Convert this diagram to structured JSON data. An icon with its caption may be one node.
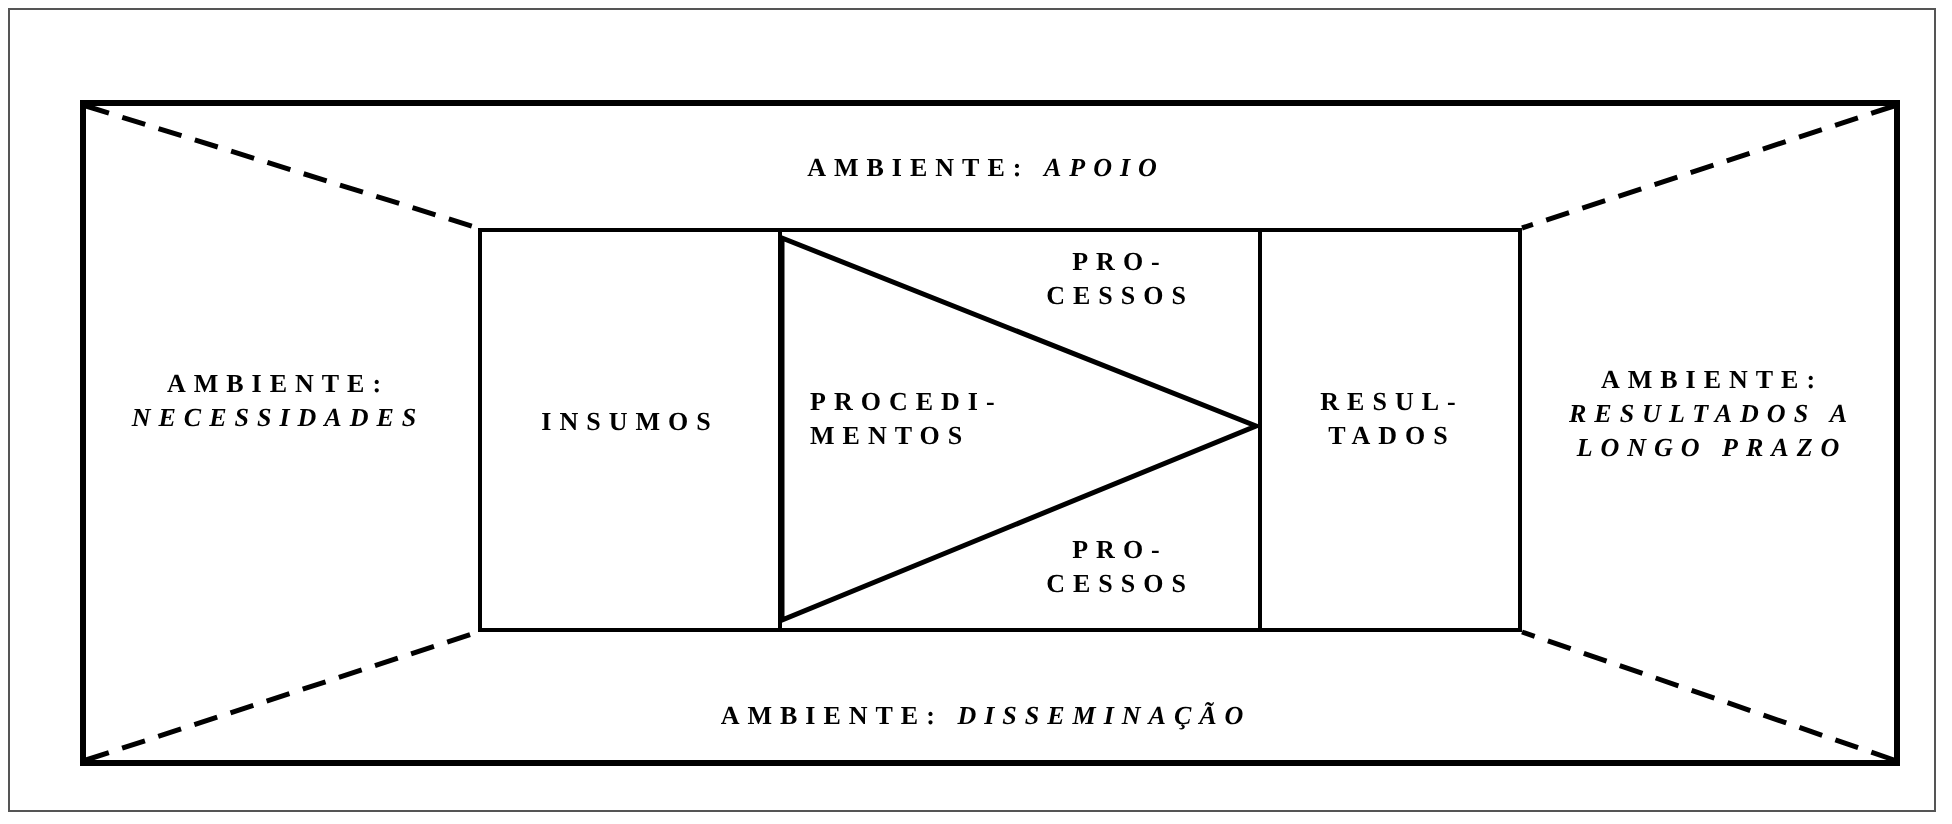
{
  "diagram": {
    "nodes": [
      {
        "text": [
          "AMBIENTE: *APOIO*",
          "AMBIENTE: *NECESSIDADES*",
          "AMBIENTE: *RESULTADOS A LONGO PRAZO*",
          "AMBIENTE: *DISSEMINAÇÃO*"
        ]
      },
      {
        "text": [
          "INSUMOS"
        ],
        "in": 0
      },
      {
        "text": [
          "PRO- CESSOS",
          "PRO- CESSOS"
        ],
        "in": 0
      },
      {
        "text": [
          "PROCEDI- MENTOS"
        ],
        "in": 2
      },
      {
        "text": [
          "RESUL- TADOS"
        ],
        "in": 0
      }
    ]
  }
}
